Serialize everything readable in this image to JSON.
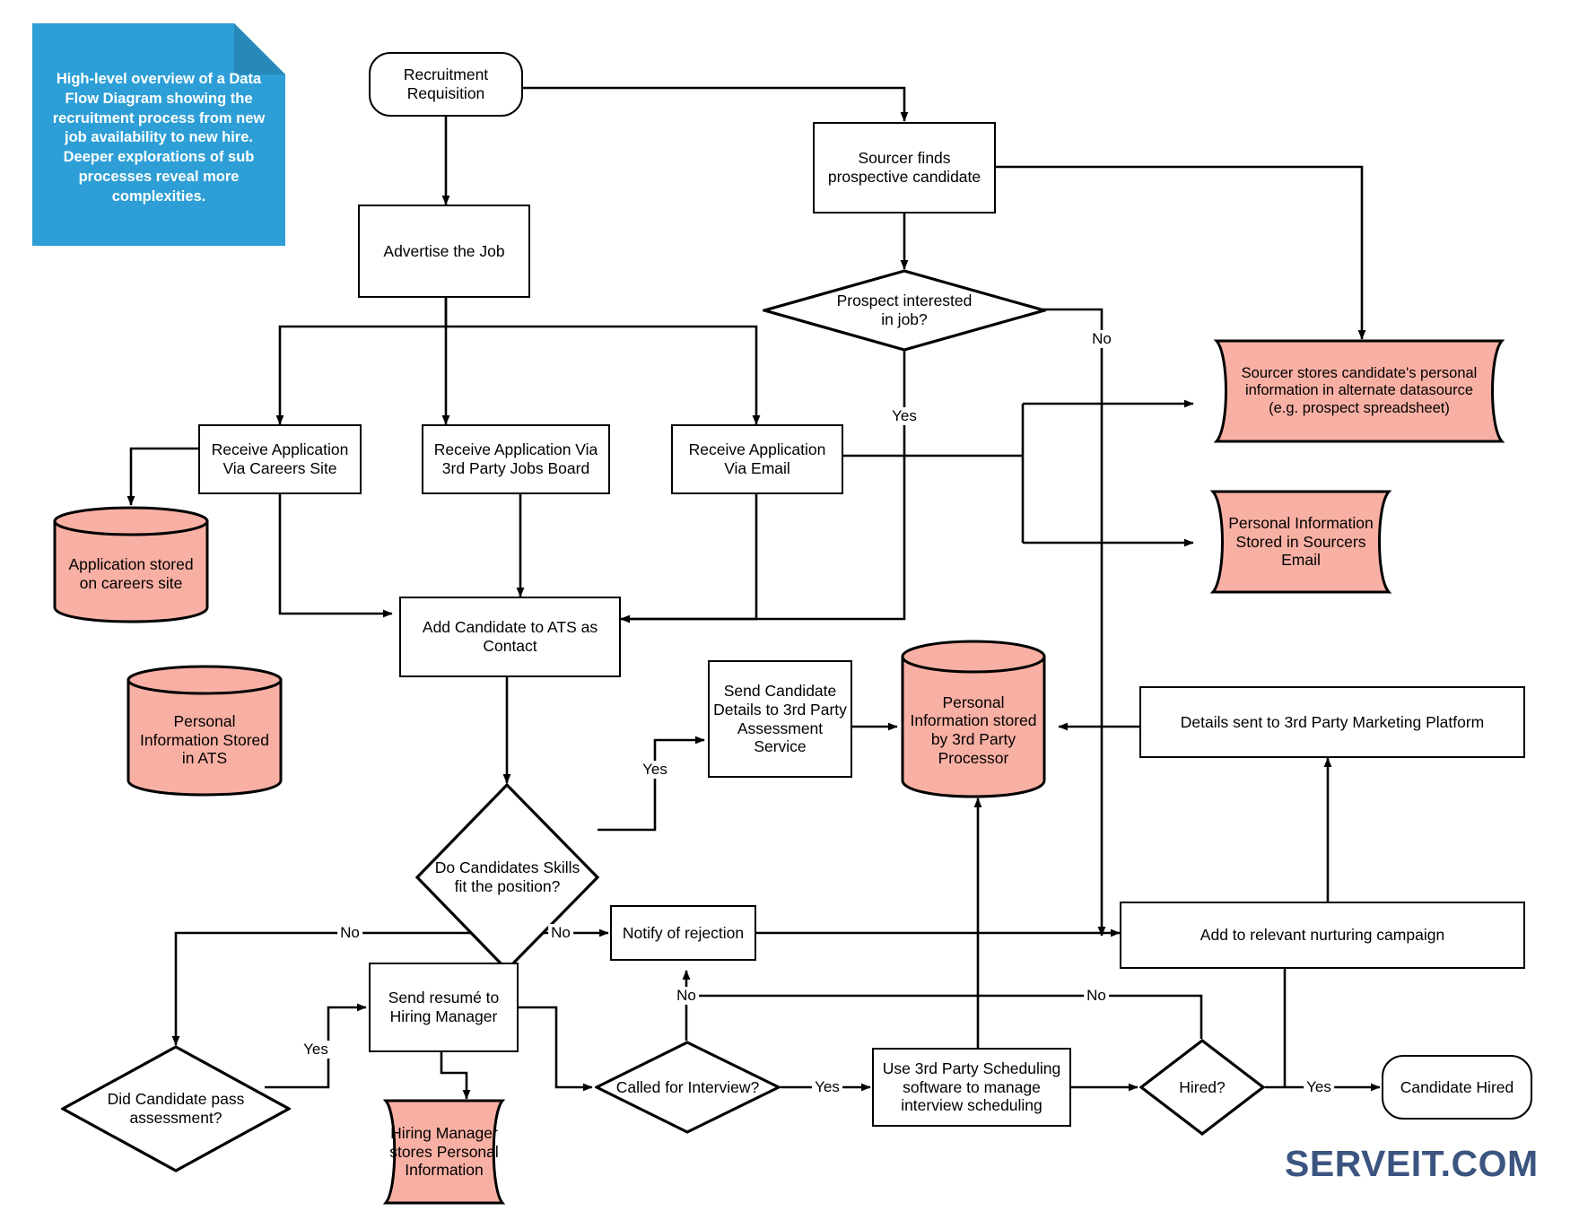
{
  "meta": {
    "brand": "SERVEIT.COM",
    "brand_color": "#3c5580",
    "note_color": "#2e9fd6",
    "datastore_fill": "#f9b0a4",
    "process_fill": "#ffffff",
    "stroke": "#000000"
  },
  "note": {
    "text": "High-level overview of a Data Flow Diagram showing the recruitment process from new job availability to new hire. Deeper explorations of sub processes reveal more complexities."
  },
  "nodes": [
    {
      "id": "recruitment_requisition",
      "shape": "terminator",
      "label": "Recruitment\nRequisition"
    },
    {
      "id": "advertise_job",
      "shape": "process",
      "label": "Advertise the Job"
    },
    {
      "id": "sourcer_finds",
      "shape": "process",
      "label": "Sourcer finds\nprospective candidate"
    },
    {
      "id": "prospect_interested",
      "shape": "decision",
      "label": "Prospect interested\nin job?"
    },
    {
      "id": "sourcer_stores",
      "shape": "data",
      "label": "Sourcer stores candidate's personal\ninformation in alternate datasource\n(e.g. prospect spreadsheet)"
    },
    {
      "id": "pi_sourcers_email",
      "shape": "data",
      "label": "Personal Information\nStored in Sourcers\nEmail"
    },
    {
      "id": "recv_careers_site",
      "shape": "process",
      "label": "Receive Application\nVia Careers Site"
    },
    {
      "id": "recv_jobs_board",
      "shape": "process",
      "label": "Receive Application Via\n3rd Party Jobs Board"
    },
    {
      "id": "recv_email",
      "shape": "process",
      "label": "Receive Application\nVia Email"
    },
    {
      "id": "app_stored_careers",
      "shape": "cylinder",
      "label": "Application stored\non careers site"
    },
    {
      "id": "pi_stored_ats",
      "shape": "cylinder",
      "label": "Personal\nInformation Stored\nin ATS"
    },
    {
      "id": "add_candidate_ats",
      "shape": "process",
      "label": "Add Candidate to ATS as\nContact"
    },
    {
      "id": "skills_fit",
      "shape": "decision",
      "label": "Do Candidates Skills\nfit the position?"
    },
    {
      "id": "send_assessment",
      "shape": "process",
      "label": "Send Candidate\nDetails to 3rd Party\nAssessment\nService"
    },
    {
      "id": "pi_third_party",
      "shape": "cylinder",
      "label": "Personal\nInformation stored\nby 3rd Party\nProcessor"
    },
    {
      "id": "details_marketing",
      "shape": "process",
      "label": "Details sent to 3rd Party Marketing Platform"
    },
    {
      "id": "nurturing_campaign",
      "shape": "process",
      "label": "Add to relevant nurturing campaign"
    },
    {
      "id": "notify_rejection",
      "shape": "process",
      "label": "Notify of rejection"
    },
    {
      "id": "pass_assessment",
      "shape": "decision",
      "label": "Did Candidate pass\nassessment?"
    },
    {
      "id": "send_resume_hm",
      "shape": "process",
      "label": "Send resumé to\nHiring Manager"
    },
    {
      "id": "hm_stores_pi",
      "shape": "data",
      "label": "Hiring Manager\nstores Personal\nInformation"
    },
    {
      "id": "called_interview",
      "shape": "decision",
      "label": "Called for Interview?"
    },
    {
      "id": "scheduling_software",
      "shape": "process",
      "label": "Use 3rd Party Scheduling\nsoftware to manage\ninterview scheduling"
    },
    {
      "id": "hired",
      "shape": "decision",
      "label": "Hired?"
    },
    {
      "id": "candidate_hired",
      "shape": "terminator",
      "label": "Candidate Hired"
    }
  ],
  "edge_labels": [
    {
      "id": "prospect_no",
      "text": "No"
    },
    {
      "id": "prospect_yes",
      "text": "Yes"
    },
    {
      "id": "skills_yes",
      "text": "Yes"
    },
    {
      "id": "skills_no_right",
      "text": "No"
    },
    {
      "id": "skills_no_left",
      "text": "No"
    },
    {
      "id": "assessment_yes",
      "text": "Yes"
    },
    {
      "id": "interview_no",
      "text": "No"
    },
    {
      "id": "interview_yes",
      "text": "Yes"
    },
    {
      "id": "hired_no",
      "text": "No"
    },
    {
      "id": "hired_yes",
      "text": "Yes"
    }
  ]
}
